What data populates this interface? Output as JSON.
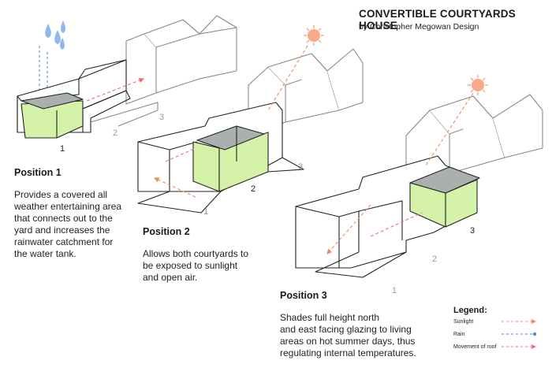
{
  "header": {
    "title": "CONVERTIBLE COURTYARDS HOUSE",
    "subtitle": "by Christopher Megowan Design"
  },
  "positions": [
    {
      "heading": "Position 1",
      "description": [
        "Provides a covered all",
        "weather entertaining area",
        "that connects out to the",
        "yard and increases the",
        "rainwater catchment for",
        "the water tank."
      ]
    },
    {
      "heading": "Position 2",
      "description": [
        "Allows both courtyards to",
        "be exposed to sunlight",
        "and open air."
      ]
    },
    {
      "heading": "Position 3",
      "description": [
        "Shades full height north",
        "and east facing glazing to living",
        "areas on hot summer days, thus",
        "regulating internal temperatures."
      ]
    }
  ],
  "diagram_labels": {
    "d1": [
      "1",
      "2",
      "3"
    ],
    "d2": [
      "1",
      "2",
      "3"
    ],
    "d3": [
      "1",
      "2",
      "3"
    ]
  },
  "legend": {
    "title": "Legend:",
    "items": [
      {
        "label": "Sunlight",
        "color": "#f08a5a"
      },
      {
        "label": "Rain",
        "color": "#4a8fd8"
      },
      {
        "label": "Movement of roof",
        "color": "#e8707a"
      }
    ]
  },
  "colors": {
    "courtyard": "#d4f2a8",
    "roof": "#a9b0ae",
    "sun": "#f7a98a",
    "rain": "#8fb8ee"
  }
}
